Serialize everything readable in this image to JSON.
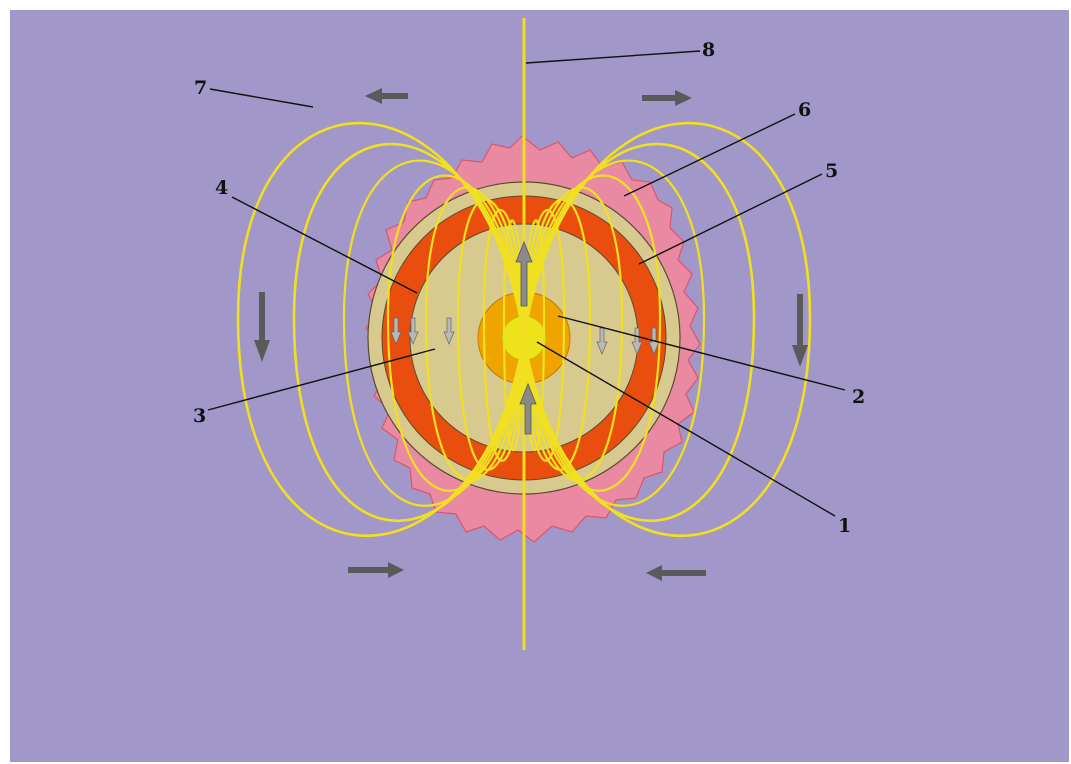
{
  "diagram": {
    "colors": {
      "background": "#a197c8",
      "field_lines": "#f0e020",
      "corona": "#e98aa2",
      "corona_edge": "#d9566e",
      "mantle": "#d8c98f",
      "ring": "#e94e0e",
      "core_outer": "#f0a400",
      "core_inner": "#ece31a",
      "arrow": "#5a5a5a",
      "small_arrow": "#b8b8b8",
      "leader": "#111111"
    },
    "labels": [
      {
        "id": "1",
        "text": "1"
      },
      {
        "id": "2",
        "text": "2"
      },
      {
        "id": "3",
        "text": "3"
      },
      {
        "id": "4",
        "text": "4"
      },
      {
        "id": "5",
        "text": "5"
      },
      {
        "id": "6",
        "text": "6"
      },
      {
        "id": "7",
        "text": "7"
      },
      {
        "id": "8",
        "text": "8"
      }
    ],
    "flow_arrows": [
      "arrow-left",
      "arrow-right",
      "arrow-down",
      "arrow-up"
    ]
  }
}
